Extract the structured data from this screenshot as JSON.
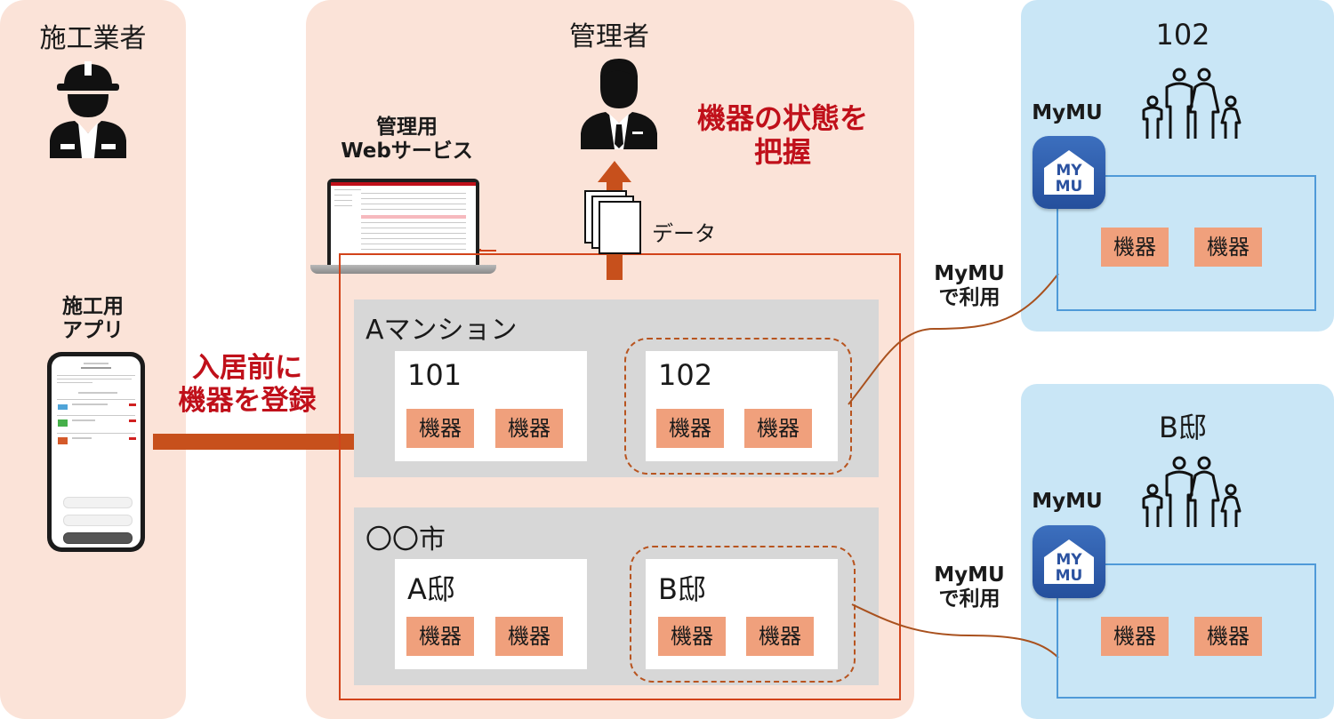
{
  "contractor": {
    "title": "施工業者",
    "app_label_line1": "施工用",
    "app_label_line2": "アプリ",
    "icon": "construction-worker-icon"
  },
  "admin": {
    "title": "管理者",
    "web_label_line1": "管理用",
    "web_label_line2": "Webサービス",
    "status_line1": "機器の状態を",
    "status_line2": "把握",
    "data_label": "データ",
    "icon": "businessman-icon"
  },
  "register": {
    "line1": "入居前に",
    "line2": "機器を登録"
  },
  "groups": [
    {
      "name": "Aマンション",
      "units": [
        {
          "name": "101",
          "devices": [
            "機器",
            "機器"
          ]
        },
        {
          "name": "102",
          "devices": [
            "機器",
            "機器"
          ]
        }
      ]
    },
    {
      "name": "〇〇市",
      "units": [
        {
          "name": "A邸",
          "devices": [
            "機器",
            "機器"
          ]
        },
        {
          "name": "B邸",
          "devices": [
            "機器",
            "機器"
          ]
        }
      ]
    }
  ],
  "homes": [
    {
      "title": "102",
      "app_name": "MyMU",
      "app_icon_text": [
        "MY",
        "MU"
      ],
      "devices": [
        "機器",
        "機器"
      ],
      "usage_line1": "MyMU",
      "usage_line2": "で利用"
    },
    {
      "title": "B邸",
      "app_name": "MyMU",
      "app_icon_text": [
        "MY",
        "MU"
      ],
      "devices": [
        "機器",
        "機器"
      ],
      "usage_line1": "MyMU",
      "usage_line2": "で利用"
    }
  ],
  "colors": {
    "peach_panel": "#fbe3d8",
    "blue_panel": "#c9e6f6",
    "device_fill": "#f0a07c",
    "arrow": "#c7501c",
    "highlight_text": "#c0101a",
    "frame_blue": "#4f9ad8"
  }
}
